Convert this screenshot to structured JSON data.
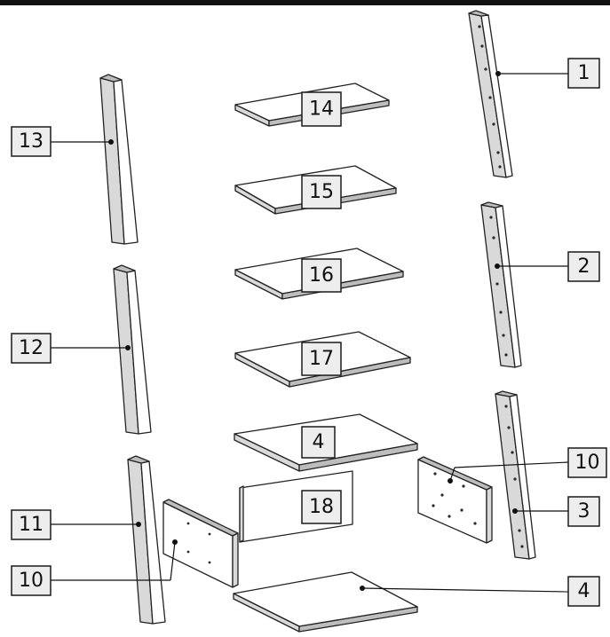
{
  "parts": [
    {
      "id": "upright-right-top",
      "label": "1"
    },
    {
      "id": "upright-right-middle",
      "label": "2"
    },
    {
      "id": "upright-right-bottom",
      "label": "3"
    },
    {
      "id": "bottom-shelf-upper",
      "label": "4"
    },
    {
      "id": "bottom-shelf-lower",
      "label": "4"
    },
    {
      "id": "side-panel-right",
      "label": "10"
    },
    {
      "id": "side-panel-left",
      "label": "10"
    },
    {
      "id": "upright-left-bottom",
      "label": "11"
    },
    {
      "id": "upright-left-middle",
      "label": "12"
    },
    {
      "id": "upright-left-top",
      "label": "13"
    },
    {
      "id": "shelf-top",
      "label": "14"
    },
    {
      "id": "shelf-second",
      "label": "15"
    },
    {
      "id": "shelf-third",
      "label": "16"
    },
    {
      "id": "shelf-fourth",
      "label": "17"
    },
    {
      "id": "back-panel",
      "label": "18"
    }
  ]
}
